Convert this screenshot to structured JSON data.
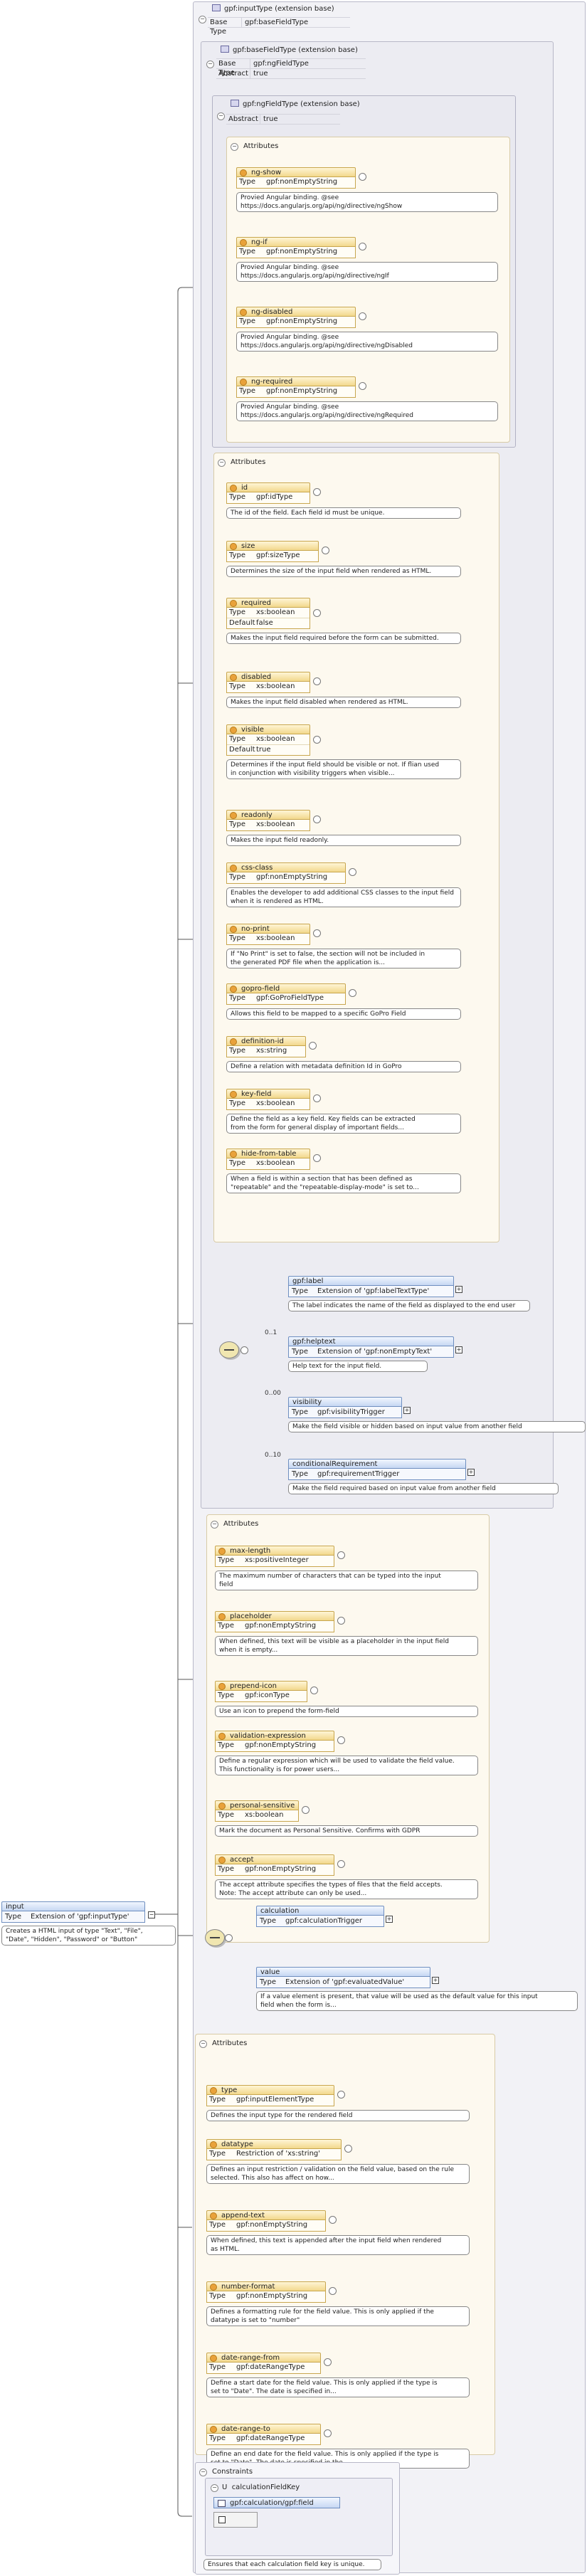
{
  "root": {
    "name": "input",
    "type_label": "Type",
    "type_value": "Extension of 'gpf:inputType'",
    "doc": [
      "Creates a HTML input of type \"Text\", \"File\",",
      "\"Date\", \"Hidden\", \"Password\" or \"Button\""
    ]
  },
  "input_type": {
    "title": "gpf:inputType (extension base)",
    "base_label": "Base Type",
    "base_value": "gpf:baseFieldType"
  },
  "base_field_type": {
    "title": "gpf:baseFieldType (extension base)",
    "base_label": "Base Type",
    "base_value": "gpf:ngFieldType",
    "abstract_label": "Abstract",
    "abstract_value": "true"
  },
  "ng_field_type": {
    "title": "gpf:ngFieldType (extension base)",
    "abstract_label": "Abstract",
    "abstract_value": "true"
  },
  "labels": {
    "attributes": "Attributes",
    "type": "Type",
    "default": "Default",
    "constraints": "Constraints"
  },
  "ng_attributes": [
    {
      "name": "ng-show",
      "type": "gpf:nonEmptyString",
      "doc": [
        "Provied Angular binding. @see",
        "https://docs.angularjs.org/api/ng/directive/ngShow"
      ]
    },
    {
      "name": "ng-if",
      "type": "gpf:nonEmptyString",
      "doc": [
        "Provied Angular binding. @see",
        "https://docs.angularjs.org/api/ng/directive/ngIf"
      ]
    },
    {
      "name": "ng-disabled",
      "type": "gpf:nonEmptyString",
      "doc": [
        "Provied Angular binding. @see",
        "https://docs.angularjs.org/api/ng/directive/ngDisabled"
      ]
    },
    {
      "name": "ng-required",
      "type": "gpf:nonEmptyString",
      "doc": [
        "Provied Angular binding. @see",
        "https://docs.angularjs.org/api/ng/directive/ngRequired"
      ]
    }
  ],
  "base_attributes": [
    {
      "name": "id",
      "type": "gpf:idType",
      "doc": [
        "The id of the field. Each field id must be unique."
      ]
    },
    {
      "name": "size",
      "type": "gpf:sizeType",
      "doc": [
        "Determines the size of the input field when rendered as HTML."
      ]
    },
    {
      "name": "required",
      "type": "xs:boolean",
      "default": "false",
      "doc": [
        "Makes the input field required before the form can be submitted."
      ]
    },
    {
      "name": "disabled",
      "type": "xs:boolean",
      "doc": [
        "Makes the input field disabled when rendered as HTML."
      ]
    },
    {
      "name": "visible",
      "type": "xs:boolean",
      "default": "true",
      "doc": [
        "Determines if the input field should be visible or not. If flian used",
        "in conjunction with visibility triggers when visible..."
      ]
    },
    {
      "name": "readonly",
      "type": "xs:boolean",
      "doc": [
        "Makes the input field readonly."
      ]
    },
    {
      "name": "css-class",
      "type": "gpf:nonEmptyString",
      "doc": [
        "Enables the developer to add additional CSS classes to the input field",
        "when it is rendered as HTML."
      ]
    },
    {
      "name": "no-print",
      "type": "xs:boolean",
      "doc": [
        "If \"No Print\" is set to false, the section will not be included in",
        "the generated PDF file when the application is..."
      ]
    },
    {
      "name": "gopro-field",
      "type": "gpf:GoProFieldType",
      "doc": [
        "Allows this field to be mapped to a specific GoPro Field"
      ]
    },
    {
      "name": "definition-id",
      "type": "xs:string",
      "doc": [
        "Define a relation with metadata definition Id in GoPro"
      ]
    },
    {
      "name": "key-field",
      "type": "xs:boolean",
      "doc": [
        "Define the field as a key field. Key fields can be extracted",
        "from the form for general display of important fields..."
      ]
    },
    {
      "name": "hide-from-table",
      "type": "xs:boolean",
      "doc": [
        "When a field is within a section that has been defined as",
        "\"repeatable\" and the \"repeatable-display-mode\" is set to..."
      ]
    }
  ],
  "base_elements": [
    {
      "name": "gpf:label",
      "type": "Extension of 'gpf:labelTextType'",
      "occ": "",
      "doc": [
        "The label indicates the name of the field as displayed to the end user"
      ]
    },
    {
      "name": "gpf:helptext",
      "type": "Extension of 'gpf:nonEmptyText'",
      "occ": "0..1",
      "doc": [
        "Help text for the input field."
      ]
    },
    {
      "name": "visibility",
      "type": "gpf:visibilityTrigger",
      "occ": "0..00",
      "doc": [
        "Make the field visible or hidden based on input value from another field"
      ]
    },
    {
      "name": "conditionalRequirement",
      "type": "gpf:requirementTrigger",
      "occ": "0..10",
      "doc": [
        "Make the field required based on input value from another field"
      ]
    }
  ],
  "input_attributes": [
    {
      "name": "max-length",
      "type": "xs:positiveInteger",
      "doc": [
        "The maximum number of characters that can be typed into the input",
        "field"
      ]
    },
    {
      "name": "placeholder",
      "type": "gpf:nonEmptyString",
      "doc": [
        "When defined, this text will be visible as a placeholder in the input field",
        "when it is empty..."
      ]
    },
    {
      "name": "prepend-icon",
      "type": "gpf:iconType",
      "doc": [
        "Use an icon to prepend the form-field"
      ]
    },
    {
      "name": "validation-expression",
      "type": "gpf:nonEmptyString",
      "doc": [
        "Define a regular expression which will be used to validate the field value.",
        "This functionality is for power users..."
      ]
    },
    {
      "name": "personal-sensitive",
      "type": "xs:boolean",
      "doc": [
        "Mark the document as Personal Sensitive. Confirms with GDPR"
      ]
    },
    {
      "name": "accept",
      "type": "gpf:nonEmptyString",
      "doc": [
        "The accept attribute specifies the types of files that the field accepts.",
        "Note: The accept attribute can only be used..."
      ]
    }
  ],
  "input_elements": [
    {
      "name": "calculation",
      "type": "gpf:calculationTrigger",
      "doc": []
    },
    {
      "name": "value",
      "type": "Extension of 'gpf:evaluatedValue'",
      "doc": [
        "If a value element is present, that value will be used as the default value for this input",
        "field when the form is..."
      ]
    }
  ],
  "root_attributes": [
    {
      "name": "type",
      "type": "gpf:inputElementType",
      "doc": [
        "Defines the input type for the rendered field"
      ]
    },
    {
      "name": "datatype",
      "type": "Restriction of 'xs:string'",
      "doc": [
        "Defines an input restriction / validation on the field value, based on the rule",
        "selected. This also has affect on how..."
      ]
    },
    {
      "name": "append-text",
      "type": "gpf:nonEmptyString",
      "doc": [
        "When defined, this text is appended after the input field when rendered",
        "as HTML."
      ]
    },
    {
      "name": "number-format",
      "type": "gpf:nonEmptyString",
      "doc": [
        "Defines a formatting rule for the field value. This is only applied if the",
        "datatype is set to \"number\""
      ]
    },
    {
      "name": "date-range-from",
      "type": "gpf:dateRangeType",
      "doc": [
        "Define a start date for the field value. This is only applied if the type is",
        "set to \"Date\". The date is specified in..."
      ]
    },
    {
      "name": "date-range-to",
      "type": "gpf:dateRangeType",
      "doc": [
        "Define an end date for the field value. This is only applied if the type is",
        "set to \"Date\". The date is specified in the..."
      ]
    }
  ],
  "constraint": {
    "name": "calculationFieldKey",
    "prefix": "U",
    "selector": "gpf:calculation/gpf:field",
    "doc": [
      "Ensures that each calculation field key is unique."
    ]
  }
}
